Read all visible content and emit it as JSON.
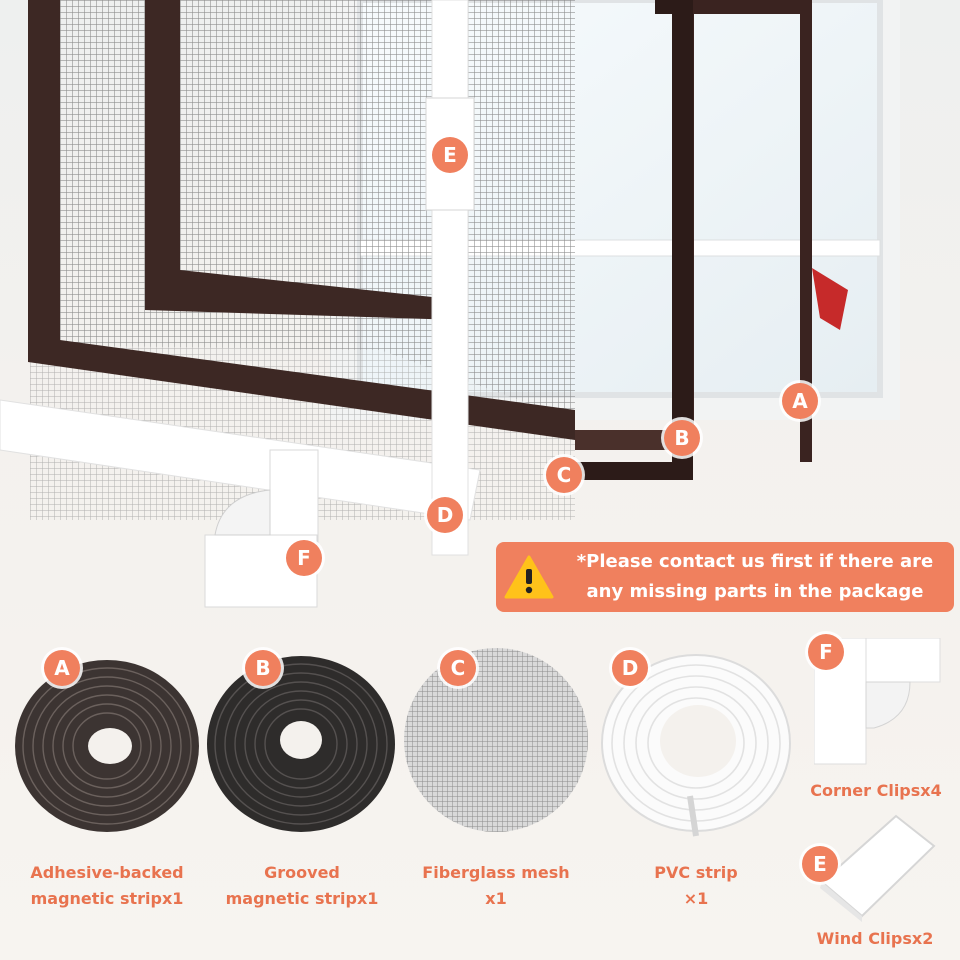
{
  "notice": {
    "line1": "*Please contact us first if there are",
    "line2": "any missing parts in the package",
    "icon": "warning-icon"
  },
  "colors": {
    "accent": "#f0805e",
    "label": "#e8734f",
    "magnet": "#3a2c28",
    "frame": "#ffffff"
  },
  "scene_badges": {
    "a": "A",
    "b": "B",
    "c": "C",
    "d": "D",
    "e": "E",
    "f": "F"
  },
  "parts": [
    {
      "badge": "A",
      "line1": "Adhesive-backed",
      "line2": "magnetic stripx1"
    },
    {
      "badge": "B",
      "line1": "Grooved",
      "line2": "magnetic stripx1"
    },
    {
      "badge": "C",
      "line1": "Fiberglass mesh",
      "line2": "x1"
    },
    {
      "badge": "D",
      "line1": "PVC strip",
      "line2": "×1"
    },
    {
      "badge": "F",
      "line1": "Corner Clipsx4"
    },
    {
      "badge": "E",
      "line1": "Wind Clipsx2"
    }
  ]
}
